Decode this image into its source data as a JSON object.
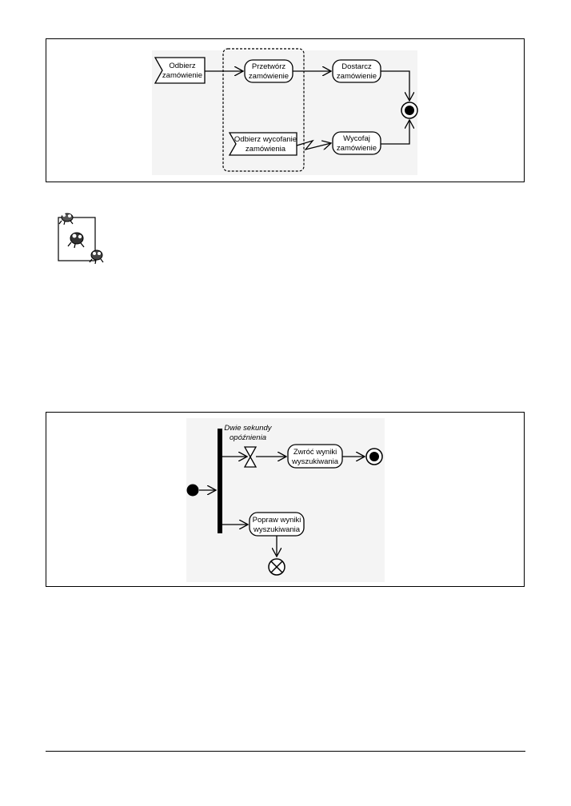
{
  "figure1": {
    "node_odbierz_zamowienie": [
      "Odbierz",
      "zamówienie"
    ],
    "node_przetworz_zamowienie": [
      "Przetwórz",
      "zamówienie"
    ],
    "node_dostarcz_zamowienie": [
      "Dostarcz",
      "zamówienie"
    ],
    "node_odbierz_wycofanie": [
      "Odbierz wycofanie",
      "zamówienia"
    ],
    "node_wycofaj_zamowienie": [
      "Wycofaj",
      "zamówienie"
    ]
  },
  "figure2": {
    "timer_label": [
      "Dwie sekundy",
      "opóźnienia"
    ],
    "node_zwroc_wyniki": [
      "Zwróć wyniki",
      "wyszukiwania"
    ],
    "node_popraw_wyniki": [
      "Popraw wyniki",
      "wyszukiwania"
    ]
  },
  "colors": {
    "line": "#000000",
    "diagram_bg": "#f4f4f4",
    "page_bg": "#ffffff"
  },
  "icons": {
    "note": "tip-note-icon"
  }
}
